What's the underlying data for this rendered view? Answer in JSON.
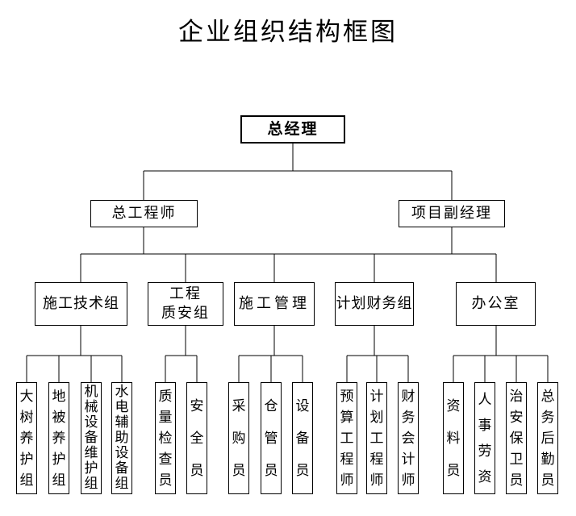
{
  "title": "企业组织结构框图",
  "colors": {
    "line": "#000000",
    "background": "#ffffff",
    "text": "#000000"
  },
  "org": {
    "root": {
      "label": "总经理"
    },
    "level2": [
      {
        "label": "总工程师"
      },
      {
        "label": "项目副经理"
      }
    ],
    "level3": [
      {
        "label": "施工技术组"
      },
      {
        "label": "工程\n质安组"
      },
      {
        "label": "施工管理"
      },
      {
        "label": "计划财务组"
      },
      {
        "label": "办公室"
      }
    ],
    "level4_groups": [
      {
        "parent": "施工技术组",
        "members": [
          {
            "label": "大树养护组"
          },
          {
            "label": "地被养护组"
          },
          {
            "label": "机械设备维护组"
          },
          {
            "label": "水电辅助设备组"
          }
        ]
      },
      {
        "parent": "工程质安组",
        "members": [
          {
            "label": "质量检查员"
          },
          {
            "label": "安全员"
          }
        ]
      },
      {
        "parent": "施工管理",
        "members": [
          {
            "label": "采购员"
          },
          {
            "label": "仓管员"
          },
          {
            "label": "设备员"
          }
        ]
      },
      {
        "parent": "计划财务组",
        "members": [
          {
            "label": "预算工程师"
          },
          {
            "label": "计划工程师"
          },
          {
            "label": "财务会计师"
          }
        ]
      },
      {
        "parent": "办公室",
        "members": [
          {
            "label": "资料员"
          },
          {
            "label": "人事劳资"
          },
          {
            "label": "治安保卫员"
          },
          {
            "label": "总务后勤员"
          }
        ]
      }
    ]
  }
}
